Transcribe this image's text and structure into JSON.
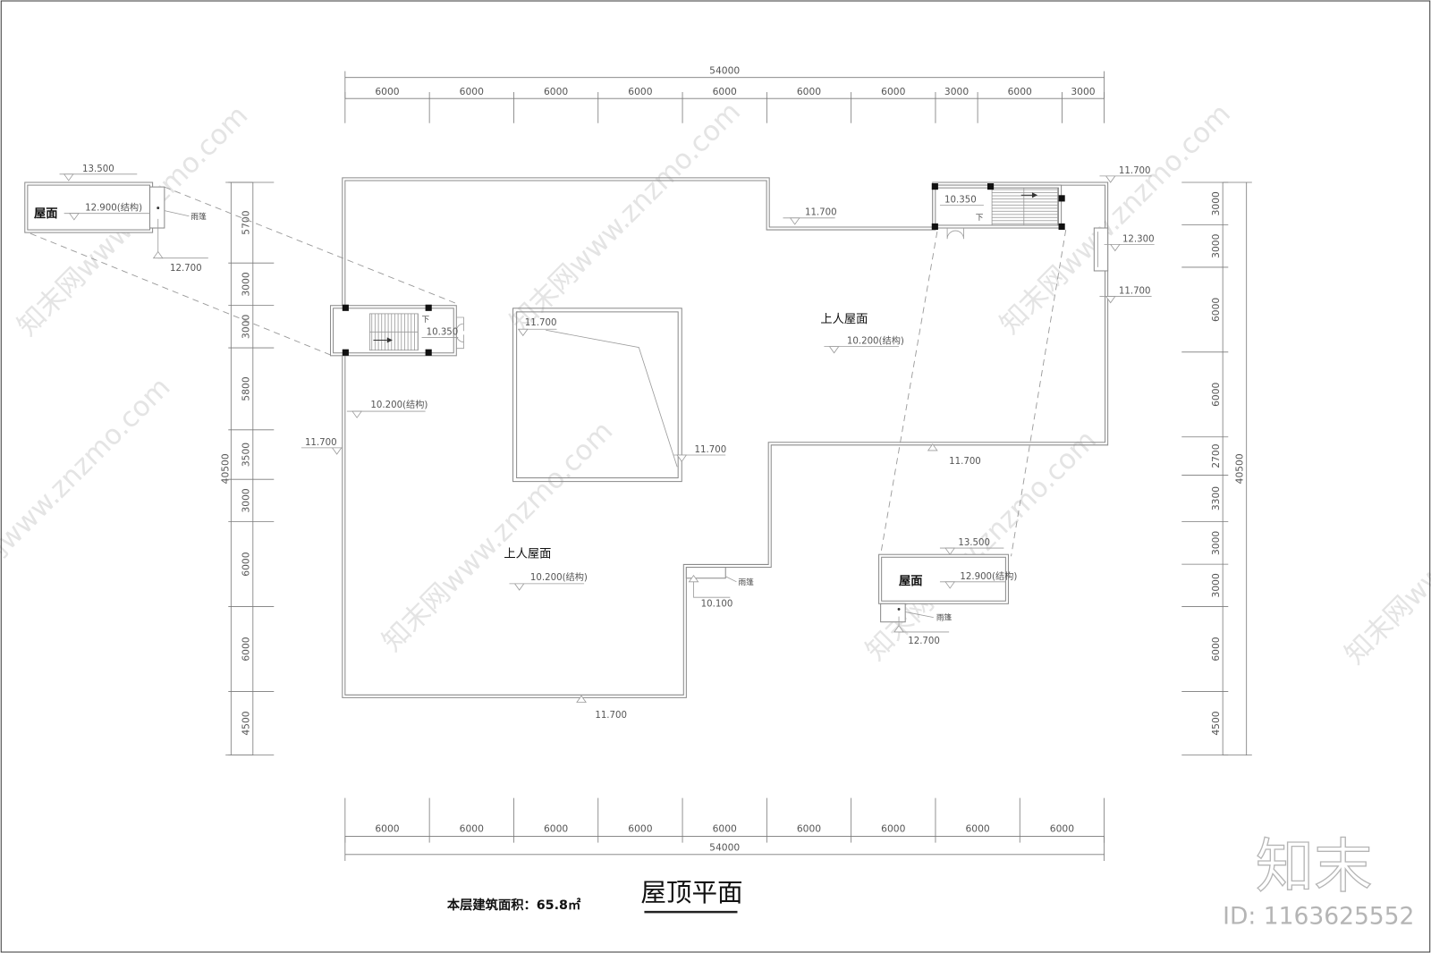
{
  "drawing": {
    "title": "屋顶平面",
    "area_note": "本层建筑面积：65.8㎡"
  },
  "dimensions": {
    "top": {
      "total": "54000",
      "segments": [
        "6000",
        "6000",
        "6000",
        "6000",
        "6000",
        "6000",
        "6000",
        "3000",
        "6000",
        "3000"
      ]
    },
    "bottom": {
      "total": "54000",
      "segments": [
        "6000",
        "6000",
        "6000",
        "6000",
        "6000",
        "6000",
        "6000",
        "6000",
        "6000"
      ]
    },
    "left": {
      "total": "40500",
      "segments": [
        "5700",
        "3000",
        "3000",
        "5800",
        "3500",
        "3000",
        "6000",
        "6000",
        "4500"
      ]
    },
    "right": {
      "total": "40500",
      "segments": [
        "3000",
        "3000",
        "6000",
        "6000",
        "2700",
        "3300",
        "3000",
        "3000",
        "6000",
        "4500"
      ]
    }
  },
  "roof": {
    "west": {
      "name": "上人屋面",
      "struct_elev": "10.200(结构)",
      "struct_elev_north": "10.200(结构)",
      "parapet_elev_west": "11.700",
      "parapet_elev_south": "11.700",
      "canopy_label": "雨篷",
      "canopy_elev": "10.100"
    },
    "east": {
      "name": "上人屋面",
      "struct_elev": "10.200(结构)",
      "parapet_elev_north": "11.700",
      "parapet_elev_northeast": "11.700",
      "parapet_elev_east": "11.700",
      "parapet_elev_south": "11.700",
      "bump_elev": "12.300"
    },
    "courtyard": {
      "elev_northwest": "11.700",
      "elev_southeast": "11.700"
    }
  },
  "stairs": {
    "west": {
      "elev": "10.350",
      "direction": "下"
    },
    "east": {
      "elev": "10.350",
      "direction": "下"
    }
  },
  "stair_roof_insets": {
    "northwest": {
      "label": "屋面",
      "top_elev": "13.500",
      "struct_elev": "12.900(结构)",
      "canopy_label": "雨篷",
      "canopy_elev": "12.700"
    },
    "southeast": {
      "label": "屋面",
      "top_elev": "13.500",
      "struct_elev": "12.900(结构)",
      "canopy_label": "雨篷",
      "canopy_elev": "12.700"
    }
  },
  "branding": {
    "logo": "知末",
    "id": "ID: 1163625552",
    "watermark": "知末网www.znzmo.com"
  },
  "colors": {
    "wall": "#8a8a8a",
    "thin": "#9a9a9a",
    "column": "#111111",
    "dim": "#7a7a7a",
    "dimtext": "#555555",
    "text": "#111111",
    "watermark": "#e4e4e4",
    "brand": "#b5b5b5"
  }
}
